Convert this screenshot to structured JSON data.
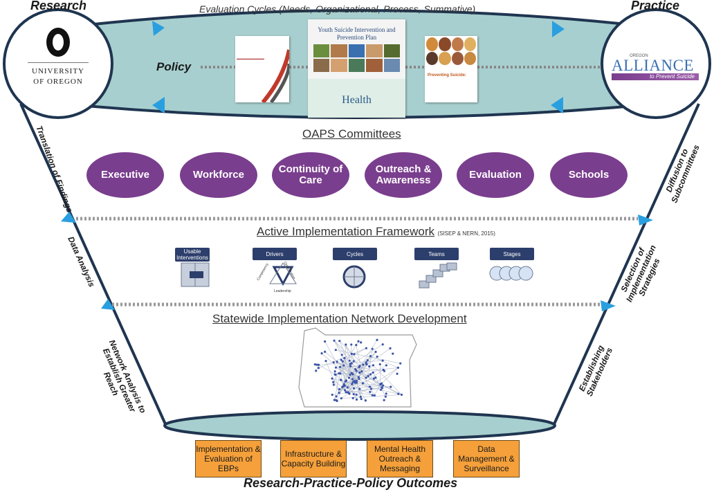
{
  "header": {
    "research_label": "Research",
    "practice_label": "Practice",
    "cycles_caption": "Evaluation Cycles (Needs, Organizational, Process, Summative)"
  },
  "research_logo": {
    "line1": "UNIVERSITY",
    "line2": "OF OREGON"
  },
  "practice_logo": {
    "small": "OREGON",
    "main": "ALLIANCE",
    "sub": "to Prevent Suicide"
  },
  "policy": {
    "label": "Policy",
    "doc_center_title": "Youth Suicide Intervention and Prevention Plan",
    "doc_center_brand": "Health",
    "doc_right_title": "Preventing Suicide:"
  },
  "committees": {
    "title": "OAPS Committees",
    "items": [
      "Executive",
      "Workforce",
      "Continuity of Care",
      "Outreach & Awareness",
      "Evaluation",
      "Schools"
    ]
  },
  "framework": {
    "title": "Active Implementation Framework",
    "citation": "(SISEP & NERN, 2015)",
    "items": [
      "Usable Interventions",
      "Drivers",
      "Cycles",
      "Teams",
      "Stages"
    ],
    "driver_labels": [
      "Competency",
      "Organization",
      "Leadership"
    ]
  },
  "network": {
    "title": "Statewide Implementation Network Development"
  },
  "left_labels": [
    "Translation of Findings",
    "Data Analysis",
    "Network Analysis to Establish Greater Reach"
  ],
  "right_labels": [
    "Diffusion to Subcommittees",
    "Selection of Implementation Strategies",
    "Establishing Stakeholders"
  ],
  "outcomes": {
    "boxes": [
      "Implementation & Evaluation of EBPs",
      "Infrastructure & Capacity Building",
      "Mental Health Outreach & Messaging",
      "Data Management & Surveillance"
    ],
    "title": "Research-Practice-Policy Outcomes"
  },
  "colors": {
    "teal": "#a8cfcf",
    "outline": "#1f3550",
    "arrow": "#2a9fe0",
    "purple": "#7a3e8e",
    "orange": "#f5a03a",
    "navy": "#2c3e6b"
  }
}
